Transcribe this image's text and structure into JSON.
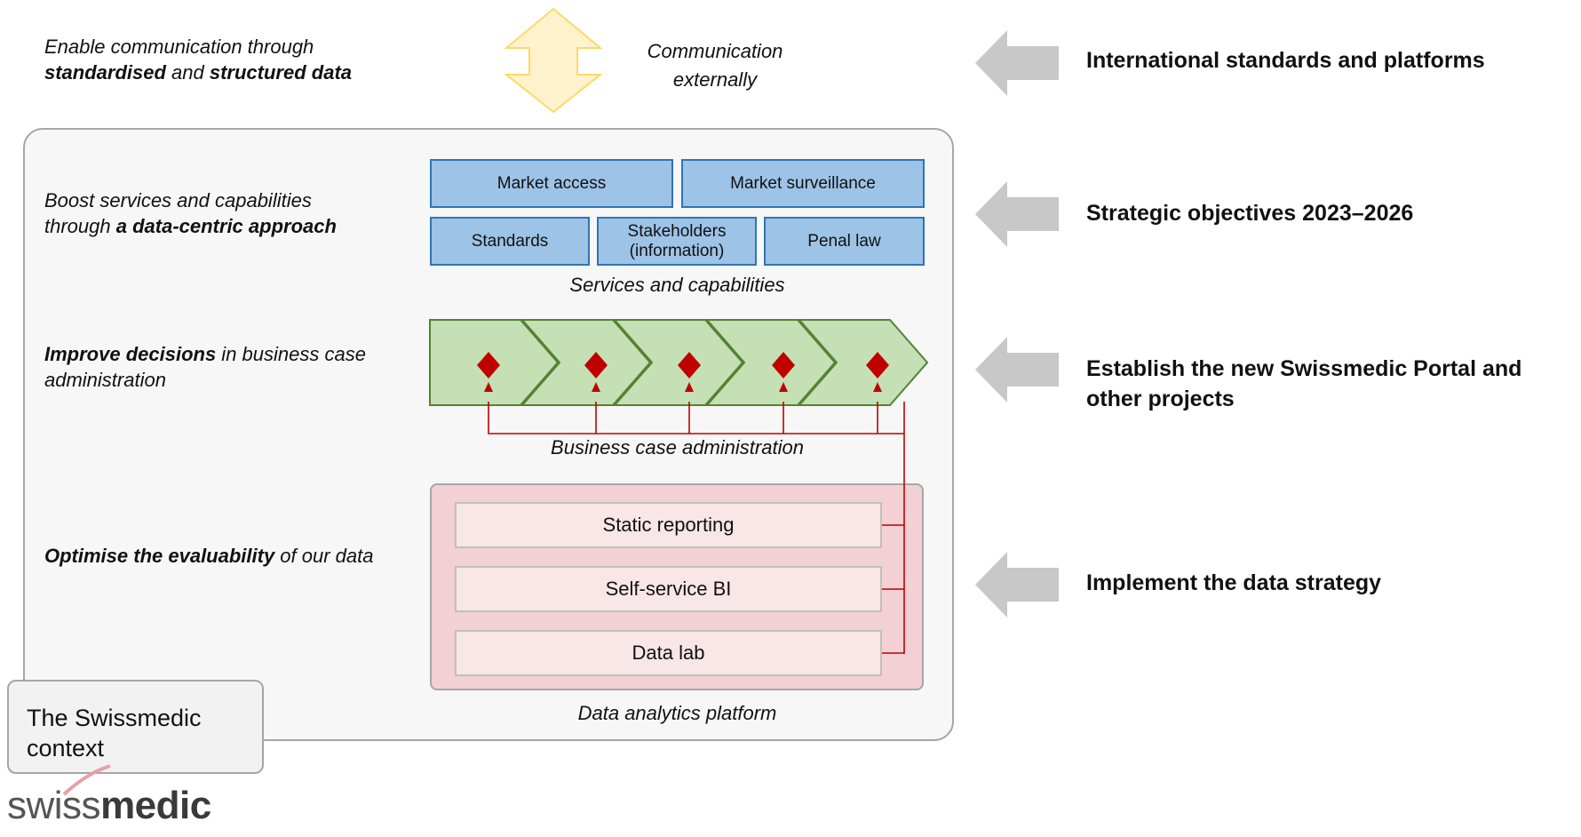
{
  "objectives": {
    "communication": {
      "pre": "Enable communication through",
      "bold1": "standardised",
      "mid": " and ",
      "bold2": "structured data"
    },
    "services": {
      "line1": "Boost services and capabilities",
      "pre2": "through ",
      "bold": "a data-centric approach"
    },
    "decisions": {
      "bold": "Improve decisions",
      "rest1": " in business case",
      "rest2": "administration"
    },
    "evaluability": {
      "bold": "Optimise the evaluability",
      "rest": " of our data"
    }
  },
  "communication_label": {
    "line1": "Communication",
    "line2": "externally"
  },
  "services": {
    "row1": [
      "Market access",
      "Market surveillance"
    ],
    "row2": [
      "Standards",
      "Stakeholders (information)",
      "Penal law"
    ],
    "caption": "Services and capabilities"
  },
  "process": {
    "steps": 5,
    "caption": "Business case administration"
  },
  "platform": {
    "items": [
      "Static reporting",
      "Self-service BI",
      "Data lab"
    ],
    "caption": "Data analytics platform"
  },
  "context_label": "The Swissmedic context",
  "drivers": [
    "International standards and platforms",
    "Strategic objectives 2023–2026",
    "Establish the new Swissmedic Portal and other projects",
    "Implement the data strategy"
  ],
  "logo": {
    "light": "swiss",
    "bold": "medic"
  },
  "colors": {
    "service_fill": "#9dc3e6",
    "service_border": "#2e75b6",
    "chevron_fill": "#c5e0b4",
    "chevron_border": "#548235",
    "connector": "#c00000",
    "platform_fill": "#f2d0d3",
    "arrow_grey": "#c8c8c8",
    "exchange_arrow": "#fff2cc"
  }
}
